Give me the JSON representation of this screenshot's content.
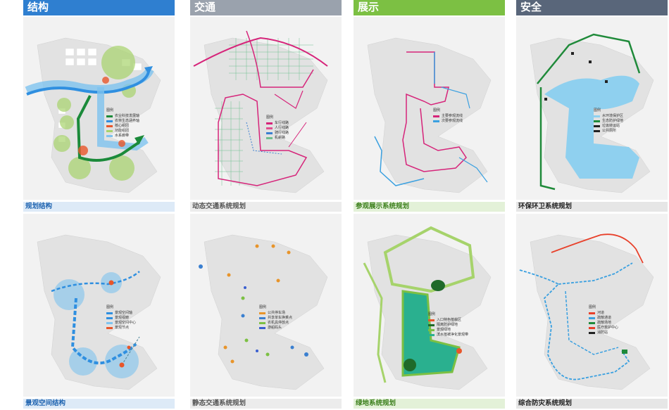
{
  "columns": [
    {
      "header": "结构",
      "color": "#2f7fd0"
    },
    {
      "header": "交通",
      "color": "#9aa2ad"
    },
    {
      "header": "展示",
      "color": "#7cc043"
    },
    {
      "header": "安全",
      "color": "#59667a"
    }
  ],
  "panels": [
    {
      "caption": "规划结构",
      "legend_title": "图例",
      "legend": [
        {
          "label": "农业科技发展轴",
          "color": "#1b8a3a"
        },
        {
          "label": "农林生态涵养轴",
          "color": "#2f8fe0"
        },
        {
          "label": "核心组团",
          "color": "#e8562a"
        },
        {
          "label": "功能组团",
          "color": "#a6d36b"
        },
        {
          "label": "水系廊带",
          "color": "#7ec3ef"
        }
      ]
    },
    {
      "caption": "动态交通系统规划",
      "legend_title": "图例",
      "legend": [
        {
          "label": "车行线路",
          "color": "#d6247a"
        },
        {
          "label": "人行线路",
          "color": "#e0508f"
        },
        {
          "label": "骑行线路",
          "color": "#3a7fd0"
        },
        {
          "label": "机耕路",
          "color": "#6fbf8f"
        }
      ]
    },
    {
      "caption": "参观展示系统规划",
      "legend_title": "图例",
      "legend": [
        {
          "label": "主要参观流线",
          "color": "#d6247a"
        },
        {
          "label": "次要参观流线",
          "color": "#3aa0e0"
        }
      ]
    },
    {
      "caption": "环保环卫系统规划",
      "legend_title": "图例",
      "legend": [
        {
          "label": "水环境保护区",
          "color": "#8fd0ef"
        },
        {
          "label": "生态防护绿地",
          "color": "#1f8a3a"
        },
        {
          "label": "垃圾转运站",
          "color": "#222222"
        },
        {
          "label": "公共厕所",
          "color": "#222222"
        }
      ]
    },
    {
      "caption": "景观空间结构",
      "legend_title": "图例",
      "legend": [
        {
          "label": "景观空间轴",
          "color": "#2f8fe0"
        },
        {
          "label": "景观视廊",
          "color": "#2f8fe0"
        },
        {
          "label": "景观空间中心",
          "color": "#7ec3ef"
        },
        {
          "label": "景观节点",
          "color": "#e8562a"
        }
      ]
    },
    {
      "caption": "静态交通系统规划",
      "legend_title": "图例",
      "legend": [
        {
          "label": "公共停车场",
          "color": "#e8942a"
        },
        {
          "label": "共享单车换乘点",
          "color": "#3a7fd0"
        },
        {
          "label": "农机具停放点",
          "color": "#7cc043"
        },
        {
          "label": "游船码头",
          "color": "#3a5fd0"
        }
      ]
    },
    {
      "caption": "绿地系统规划",
      "legend_title": "图例",
      "legend": [
        {
          "label": "入口特色植栽区",
          "color": "#e8562a"
        },
        {
          "label": "隔离防护绿地",
          "color": "#1f6a2a"
        },
        {
          "label": "景观绿地",
          "color": "#7cc043"
        },
        {
          "label": "滨水植被净化景观带",
          "color": "#2ab08f"
        }
      ]
    },
    {
      "caption": "综合防灾系统规划",
      "legend_title": "图例",
      "legend": [
        {
          "label": "河道",
          "color": "#e8402a"
        },
        {
          "label": "疏散通道",
          "color": "#3aa0e0"
        },
        {
          "label": "疏散场地",
          "color": "#1f8a3a"
        },
        {
          "label": "医疗救护中心",
          "color": "#e8402a"
        },
        {
          "label": "消防站",
          "color": "#222222"
        }
      ]
    }
  ]
}
